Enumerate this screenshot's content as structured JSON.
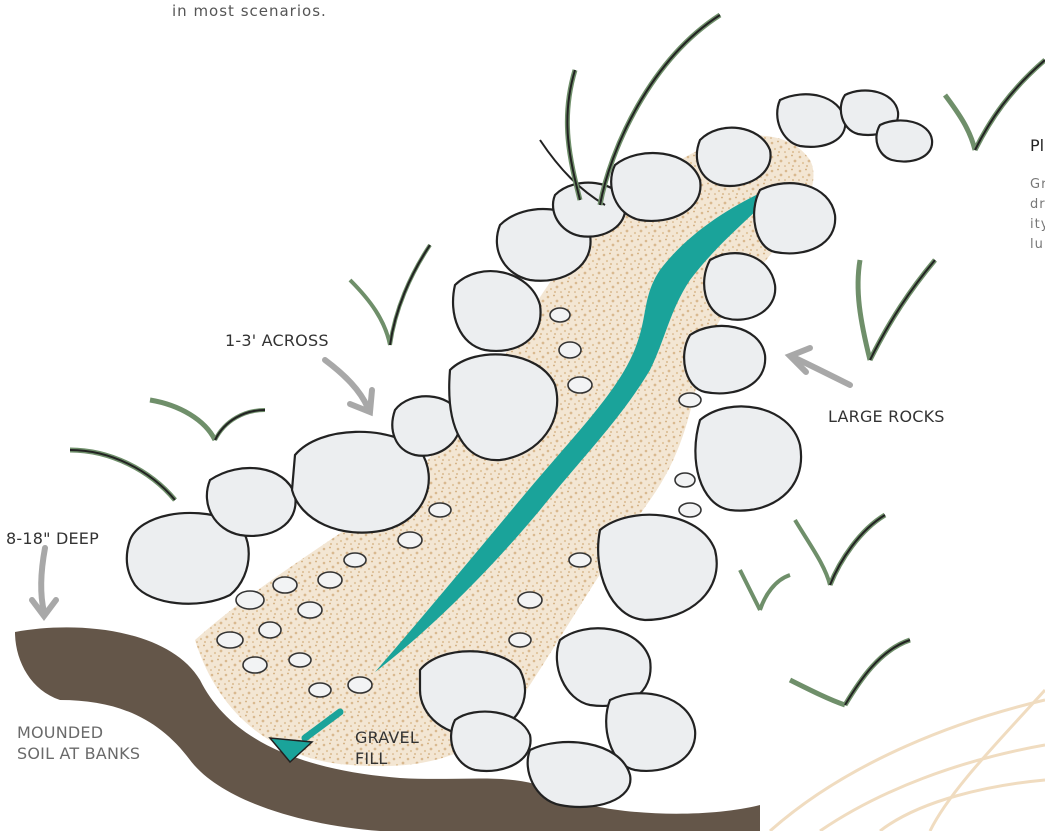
{
  "intro_text": "in most scenarios.",
  "side_panel": {
    "heading": "Pl",
    "lines": [
      "Gr",
      "dr",
      "ity",
      "lu"
    ]
  },
  "labels": {
    "across": "1-3' ACROSS",
    "large_rocks": "LARGE ROCKS",
    "deep": "8-18\" DEEP",
    "mounded_line1": "MOUNDED",
    "mounded_line2": "SOIL AT BANKS",
    "gravel_line1": "GRAVEL",
    "gravel_line2": "FILL"
  },
  "colors": {
    "water": "#1aa39a",
    "soil": "#5c4d3f",
    "gravel": "#d9b98f",
    "rock_fill": "#eceef0",
    "rock_shade": "#bfc3c7",
    "grass": "#6f8f6a",
    "arrow": "#a8a8a8"
  }
}
